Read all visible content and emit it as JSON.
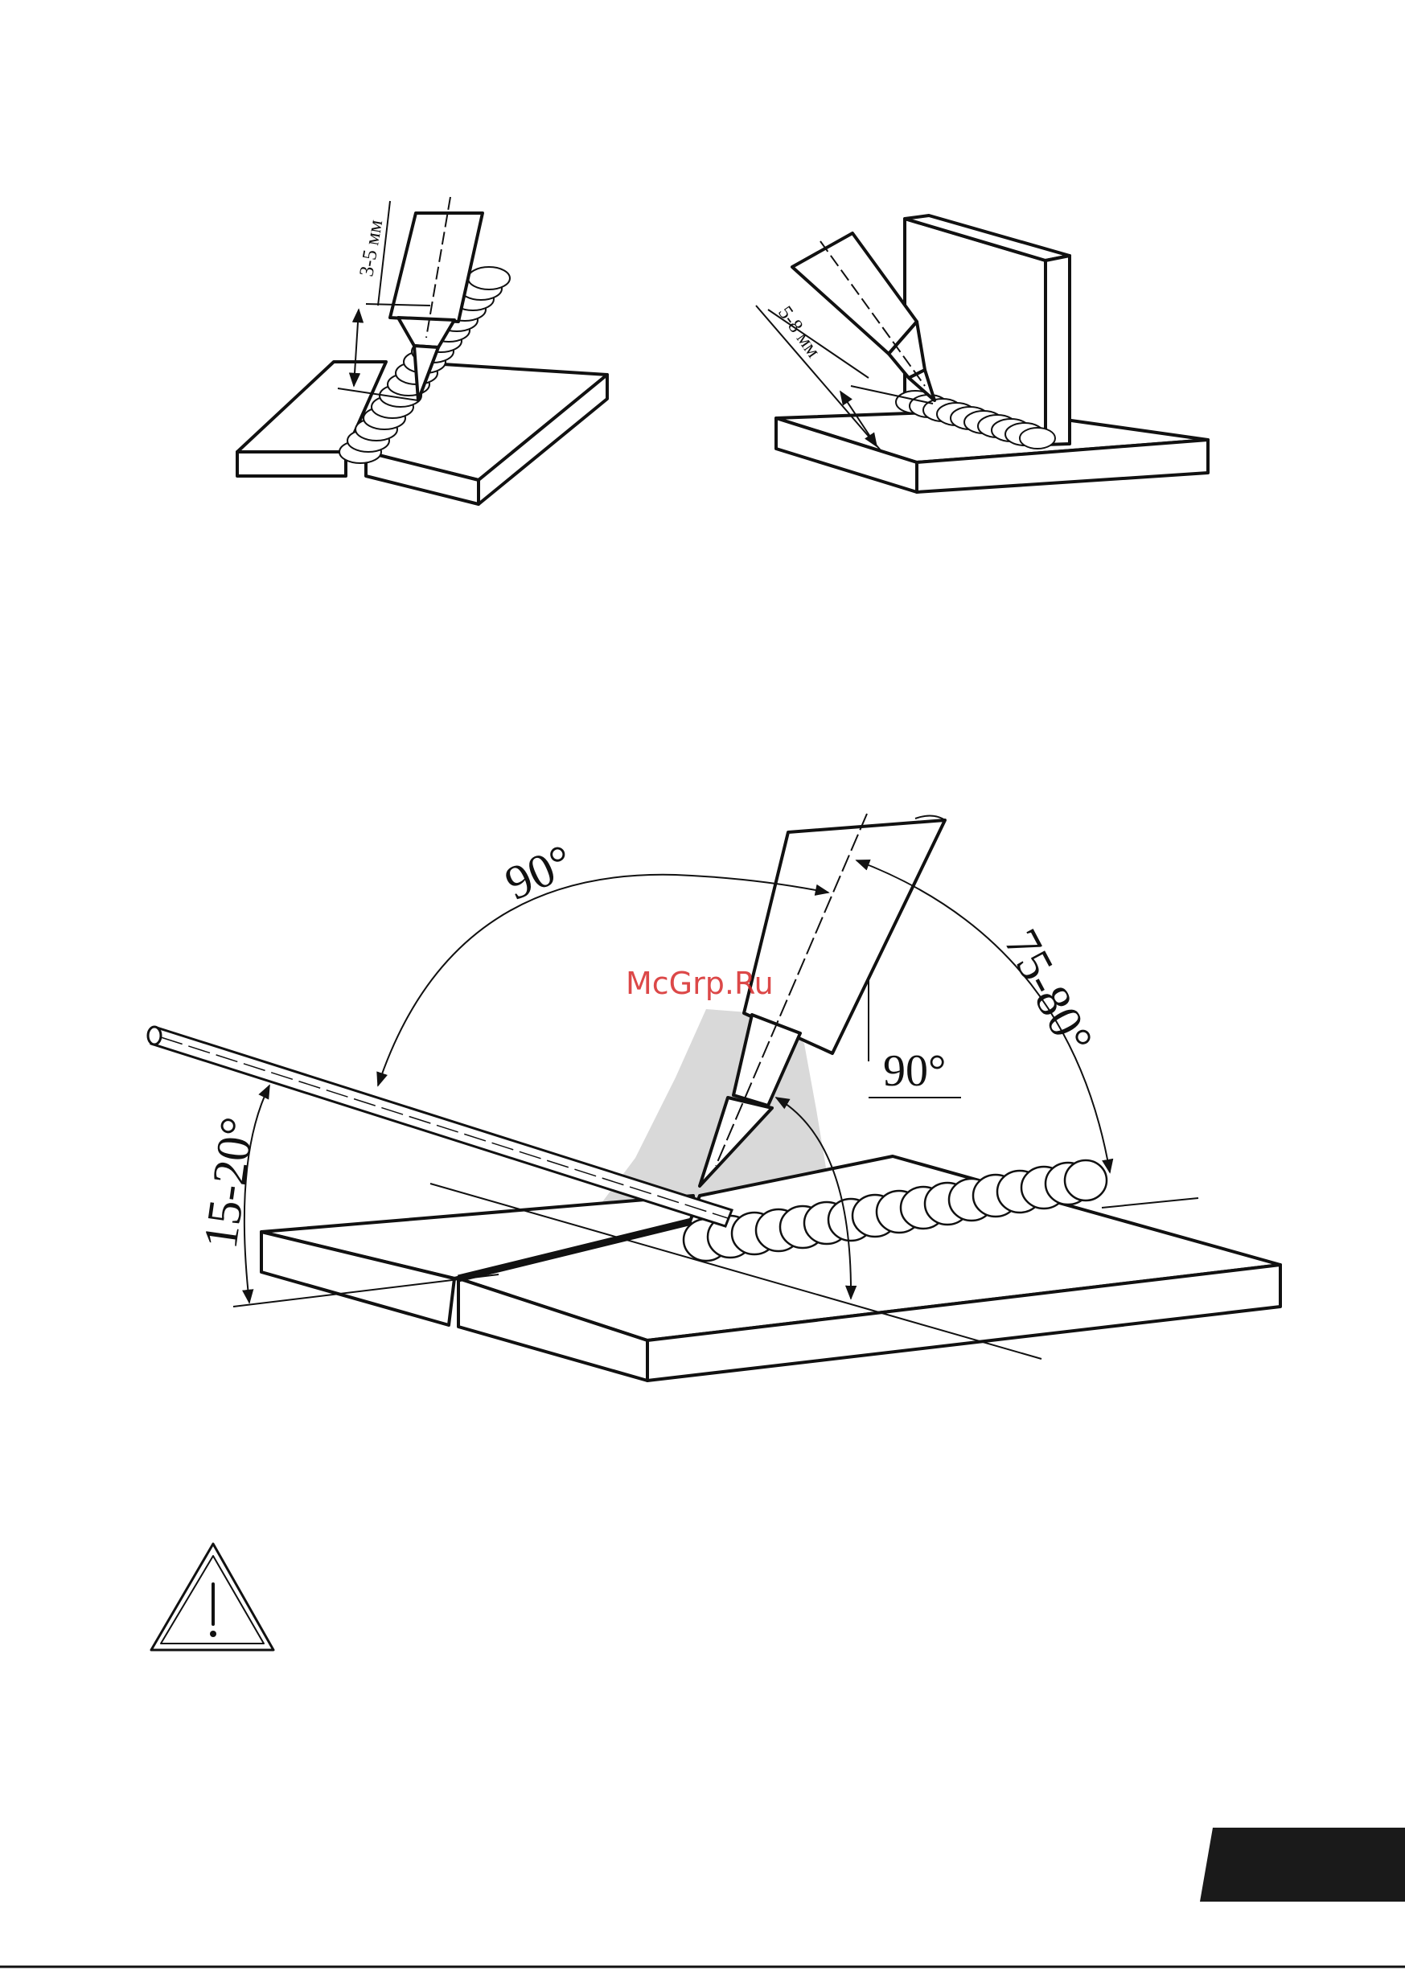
{
  "figure_top_left": {
    "gap_label": "3-5 мм"
  },
  "figure_top_right": {
    "gap_label": "5-8 мм"
  },
  "figure_main": {
    "angle_rod_torch": "90°",
    "angle_torch_bead": "75-80°",
    "angle_rod_plate": "15-20°",
    "angle_torch_plate": "90°"
  },
  "watermark": "McGrp.Ru",
  "warning_icon": "warning-triangle-icon",
  "page_tab": {
    "color": "#1a1a1a"
  },
  "colors": {
    "ink": "#111111",
    "shade_light": "#d9d9d9",
    "shade_mid": "#a6a6a6",
    "shade_dark": "#7a7a7a",
    "watermark": "#d62828"
  }
}
